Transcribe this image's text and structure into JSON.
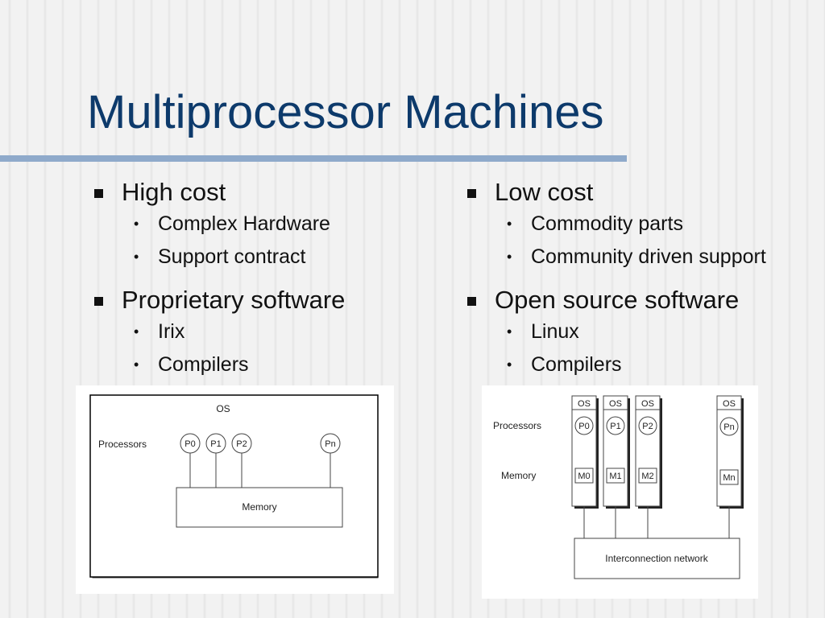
{
  "slide": {
    "title": "Multiprocessor Machines",
    "left": {
      "items": [
        {
          "label": "High cost",
          "subitems": [
            "Complex Hardware",
            "Support contract"
          ]
        },
        {
          "label": "Proprietary software",
          "subitems": [
            "Irix",
            "Compilers"
          ]
        }
      ]
    },
    "right": {
      "items": [
        {
          "label": "Low cost",
          "subitems": [
            "Commodity parts",
            "Community driven support"
          ]
        },
        {
          "label": "Open source software",
          "subitems": [
            "Linux",
            "Compilers"
          ]
        }
      ]
    }
  },
  "diagram_shared": {
    "os_label": "OS",
    "processors_label": "Processors",
    "memory_label": "Memory",
    "processors": [
      "P0",
      "P1",
      "P2",
      "Pn"
    ]
  },
  "diagram_distributed": {
    "os_label": "OS",
    "processors_label": "Processors",
    "memory_label": "Memory",
    "processors": [
      "P0",
      "P1",
      "P2",
      "Pn"
    ],
    "memories": [
      "M0",
      "M1",
      "M2",
      "Mn"
    ],
    "network_label": "Interconnection network"
  }
}
